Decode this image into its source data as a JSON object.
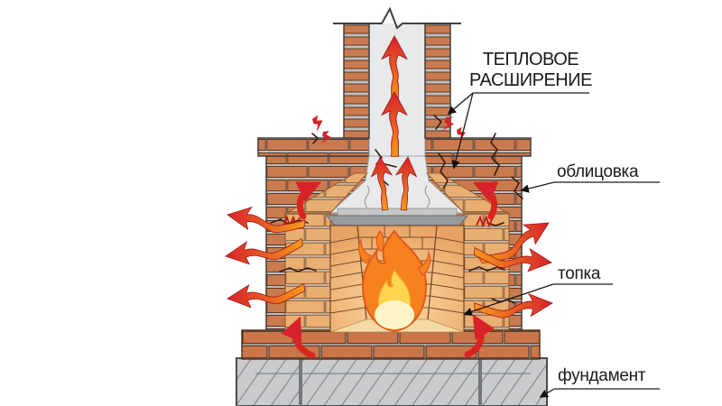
{
  "diagram": {
    "thermal_label": {
      "line1": "ТЕПЛОВОЕ",
      "line2": "РАСШИРЕНИЕ"
    },
    "labels": {
      "cladding": "облицовка",
      "firebox": "топка",
      "foundation": "фундамент"
    },
    "colors": {
      "brick_dark": "#C97A4F",
      "brick_dark_stroke": "#5C3821",
      "brick_tan": "#E9AE72",
      "brick_tan_stroke": "#8A5526",
      "hearth_brick": "#C9764A",
      "mortar": "#BEBEBE",
      "flue_gray": "#E8E9EB",
      "shelf_gray": "#97999C",
      "foundation_gray": "#C9CBCD",
      "flame_outer": "#F5821F",
      "flame_outer_stroke": "#E2571A",
      "flame_inner": "#FFD44F",
      "flame_core": "#FFF4C8",
      "arrow_red": "#D7222A",
      "arrow_orange": "#F8991D",
      "crack": "#3A1B0C",
      "text": "#1a1a1a"
    }
  }
}
